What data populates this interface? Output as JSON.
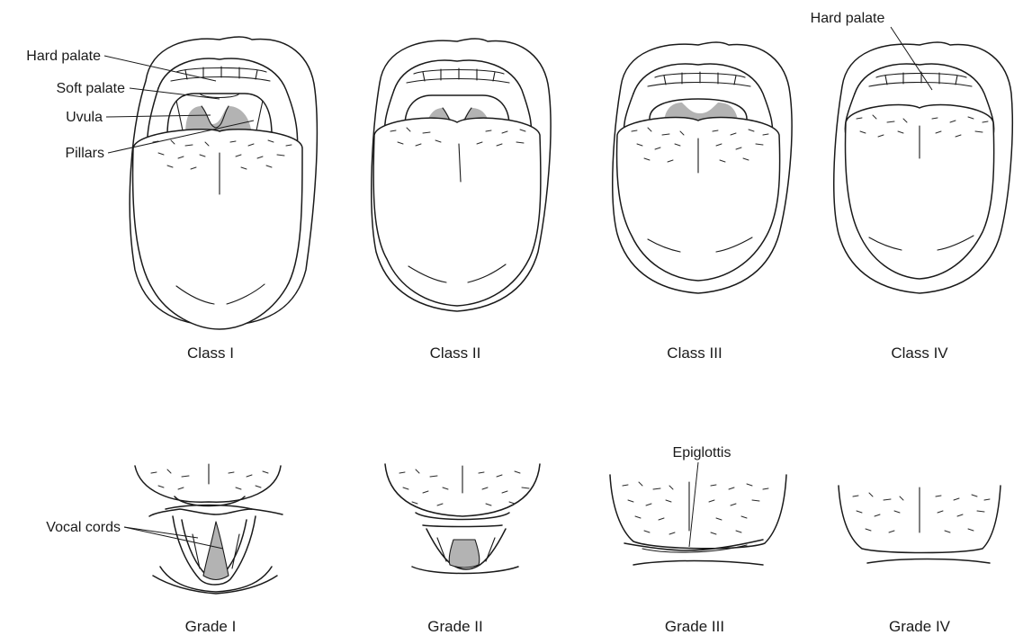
{
  "mallampati": {
    "captions": [
      "Class I",
      "Class II",
      "Class III",
      "Class IV"
    ],
    "labels": {
      "hard_palate_left": "Hard palate",
      "soft_palate": "Soft palate",
      "uvula": "Uvula",
      "pillars": "Pillars",
      "hard_palate_right": "Hard palate"
    }
  },
  "cormack_lehane": {
    "captions": [
      "Grade I",
      "Grade II",
      "Grade III",
      "Grade IV"
    ],
    "labels": {
      "vocal_cords": "Vocal cords",
      "epiglottis": "Epiglottis"
    }
  },
  "colors": {
    "ink": "#1a1a1a",
    "shade": "#b3b3b3",
    "background": "#ffffff"
  }
}
